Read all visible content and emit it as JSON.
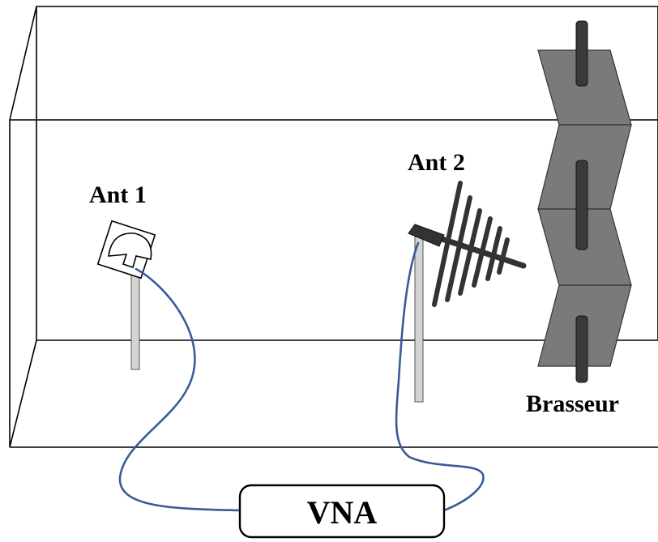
{
  "labels": {
    "ant1": "Ant 1",
    "ant2": "Ant 2",
    "stirrer": "Brasseur",
    "instrument": "VNA"
  },
  "colors": {
    "cable": "#3a5a9a",
    "stirrer_fill": "#7a7a7a",
    "stirrer_paddle": "#3a3a3a",
    "mast": "#d4d4d4",
    "lpda": "#333333",
    "room_lines": "#000000"
  },
  "icons": {
    "ant1": "horn-antenna-icon",
    "ant2": "log-periodic-antenna-icon",
    "stirrer": "mode-stirrer-icon"
  }
}
